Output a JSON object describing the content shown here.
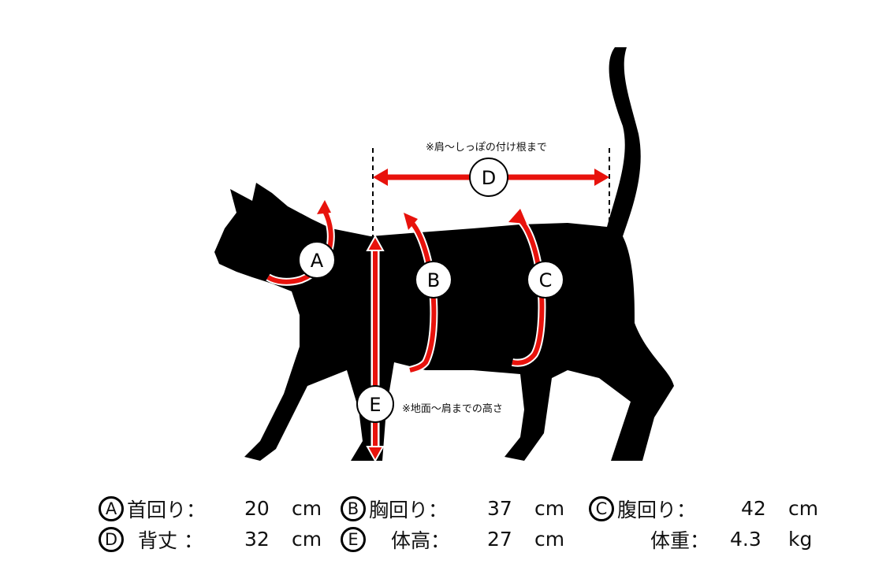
{
  "annotations": {
    "back_length_note": "※肩〜しっぽの付け根まで",
    "height_note": "※地面〜肩までの高さ"
  },
  "markers": [
    "A",
    "B",
    "C",
    "D",
    "E"
  ],
  "colors": {
    "arrow": "#e8120c",
    "cat": "#000000"
  },
  "measurements": [
    {
      "marker": "A",
      "label": "首回り：",
      "value": "20",
      "unit": "cm"
    },
    {
      "marker": "B",
      "label": "胸回り：",
      "value": "37",
      "unit": "cm"
    },
    {
      "marker": "C",
      "label": "腹回り：",
      "value": "42",
      "unit": "cm"
    },
    {
      "marker": "D",
      "label": "背丈 ：",
      "value": "32",
      "unit": "cm"
    },
    {
      "marker": "E",
      "label": "体高：",
      "value": "27",
      "unit": "cm"
    },
    {
      "marker": "",
      "label": "体重：",
      "value": "4.3",
      "unit": "kg"
    }
  ]
}
